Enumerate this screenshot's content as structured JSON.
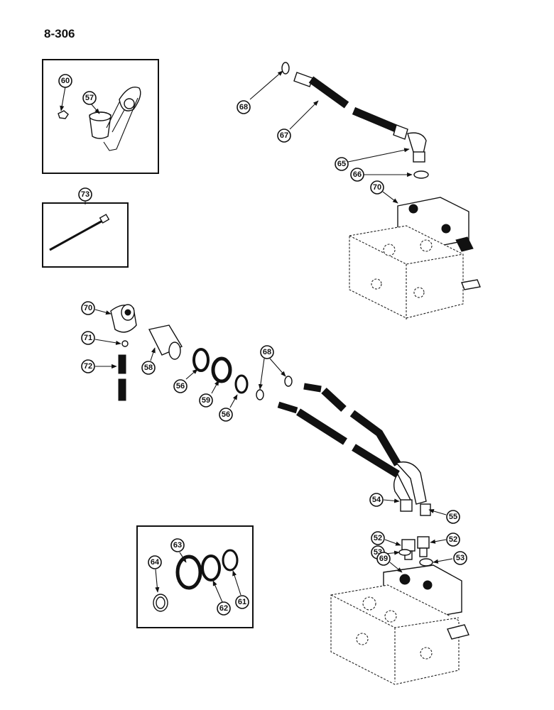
{
  "page": {
    "number": "8-306"
  },
  "callouts": [
    {
      "id": "c60",
      "label": "60"
    },
    {
      "id": "c57",
      "label": "57"
    },
    {
      "id": "c73",
      "label": "73"
    },
    {
      "id": "c68a",
      "label": "68"
    },
    {
      "id": "c67",
      "label": "67"
    },
    {
      "id": "c65",
      "label": "65"
    },
    {
      "id": "c66",
      "label": "66"
    },
    {
      "id": "c70a",
      "label": "70"
    },
    {
      "id": "c70b",
      "label": "70"
    },
    {
      "id": "c71",
      "label": "71"
    },
    {
      "id": "c72",
      "label": "72"
    },
    {
      "id": "c58",
      "label": "58"
    },
    {
      "id": "c56a",
      "label": "56"
    },
    {
      "id": "c59",
      "label": "59"
    },
    {
      "id": "c56b",
      "label": "56"
    },
    {
      "id": "c68b",
      "label": "68"
    },
    {
      "id": "c54",
      "label": "54"
    },
    {
      "id": "c55",
      "label": "55"
    },
    {
      "id": "c52a",
      "label": "52"
    },
    {
      "id": "c52b",
      "label": "52"
    },
    {
      "id": "c53a",
      "label": "53"
    },
    {
      "id": "c53b",
      "label": "53"
    },
    {
      "id": "c69",
      "label": "69"
    },
    {
      "id": "c63",
      "label": "63"
    },
    {
      "id": "c64",
      "label": "64"
    },
    {
      "id": "c62",
      "label": "62"
    },
    {
      "id": "c61",
      "label": "61"
    }
  ]
}
